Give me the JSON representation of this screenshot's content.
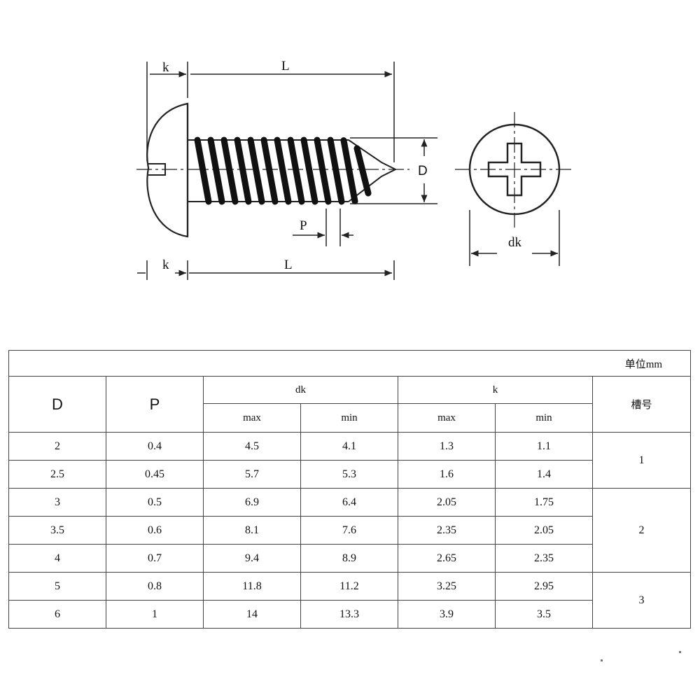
{
  "drawing": {
    "labels": {
      "k_top": "k",
      "L_top": "L",
      "D": "D",
      "P": "P",
      "k_bottom": "k",
      "L_bottom": "L",
      "dk": "dk"
    }
  },
  "table": {
    "unit": "单位mm",
    "headers": {
      "D": "D",
      "P": "P",
      "dk": "dk",
      "k": "k",
      "slot": "槽号",
      "dk_max": "max",
      "dk_min": "min",
      "k_max": "max",
      "k_min": "min"
    },
    "rows": [
      {
        "D": "2",
        "P": "0.4",
        "dk_max": "4.5",
        "dk_min": "4.1",
        "k_max": "1.3",
        "k_min": "1.1"
      },
      {
        "D": "2.5",
        "P": "0.45",
        "dk_max": "5.7",
        "dk_min": "5.3",
        "k_max": "1.6",
        "k_min": "1.4"
      },
      {
        "D": "3",
        "P": "0.5",
        "dk_max": "6.9",
        "dk_min": "6.4",
        "k_max": "2.05",
        "k_min": "1.75"
      },
      {
        "D": "3.5",
        "P": "0.6",
        "dk_max": "8.1",
        "dk_min": "7.6",
        "k_max": "2.35",
        "k_min": "2.05"
      },
      {
        "D": "4",
        "P": "0.7",
        "dk_max": "9.4",
        "dk_min": "8.9",
        "k_max": "2.65",
        "k_min": "2.35"
      },
      {
        "D": "5",
        "P": "0.8",
        "dk_max": "11.8",
        "dk_min": "11.2",
        "k_max": "3.25",
        "k_min": "2.95"
      },
      {
        "D": "6",
        "P": "1",
        "dk_max": "14",
        "dk_min": "13.3",
        "k_max": "3.9",
        "k_min": "3.5"
      }
    ],
    "slot_groups": [
      "1",
      "2",
      "3"
    ]
  }
}
